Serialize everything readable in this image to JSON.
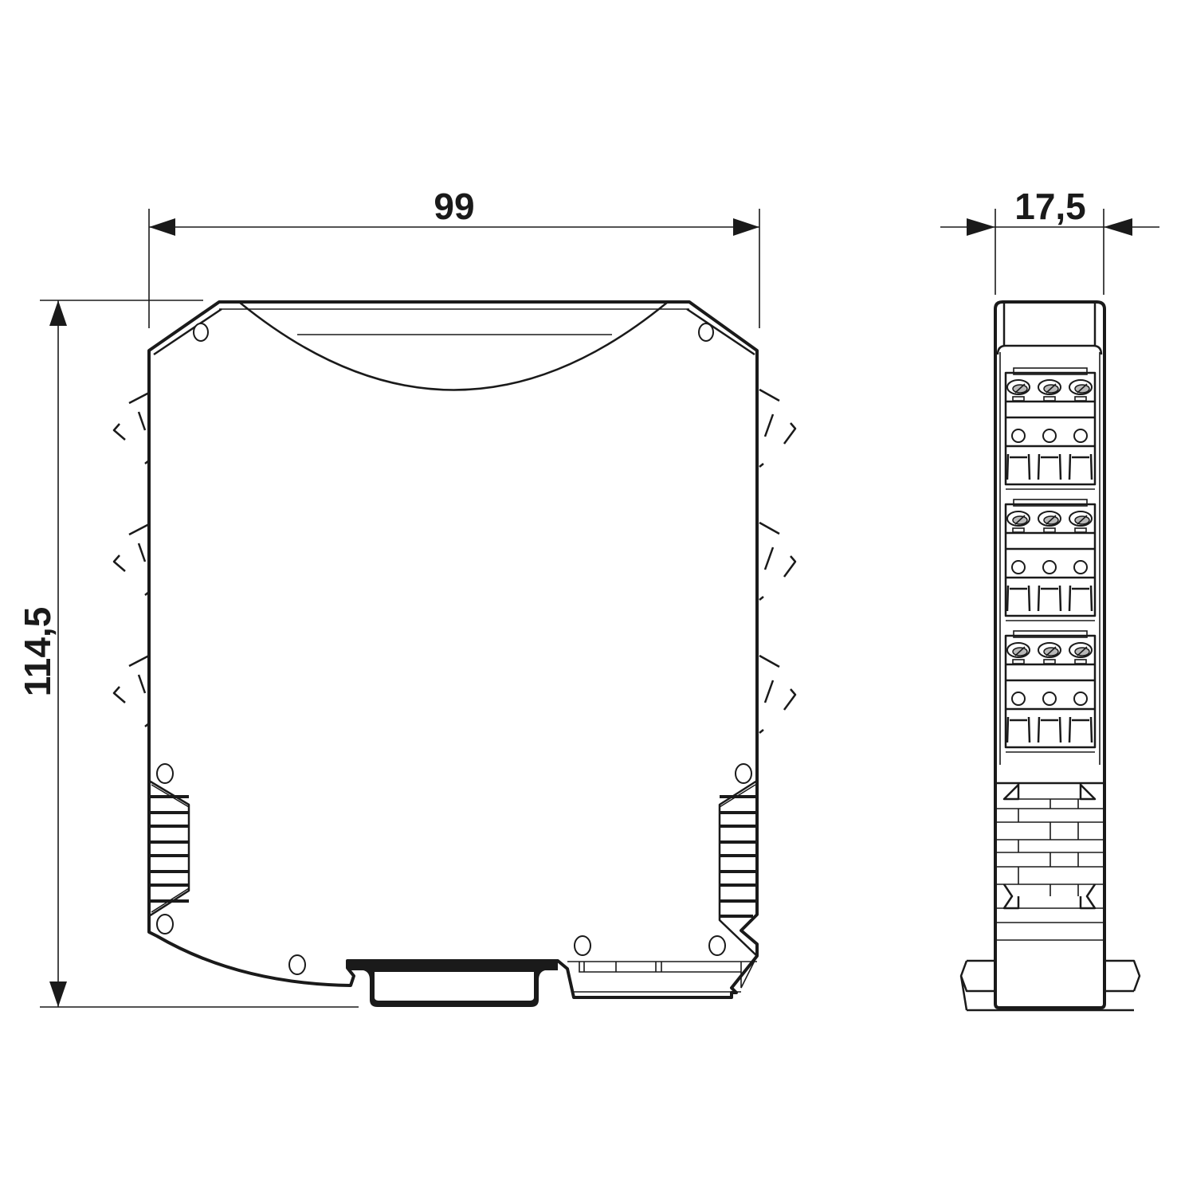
{
  "drawing": {
    "type": "dimension drawing",
    "views": [
      "front view",
      "side view"
    ],
    "units": "mm",
    "colors": {
      "line": "#1a1a1a",
      "background": "#ffffff"
    }
  },
  "dimensions": {
    "width": {
      "label": "99",
      "value": 99
    },
    "height": {
      "label": "114,5",
      "value": 114.5
    },
    "depth": {
      "label": "17,5",
      "value": 17.5
    }
  },
  "side_view": {
    "terminal_blocks": 3,
    "terminals_per_block": 3
  }
}
